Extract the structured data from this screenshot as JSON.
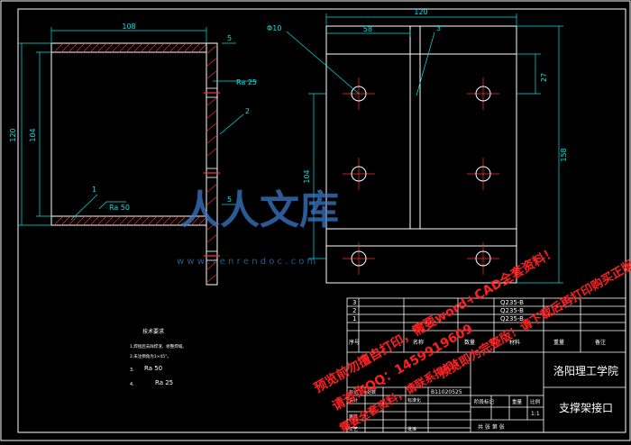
{
  "drawing": {
    "colors": {
      "background": "#000000",
      "frame": "#ffffff",
      "dimension": "#00e5e5",
      "part_outline": "#ffffff",
      "hatch": "#ff3030",
      "section": "#ffffff",
      "watermark_text": "#ff2020",
      "watermark_logo": "#3b78c6",
      "title_text": "#ffffff",
      "school_text": "#ffffff"
    },
    "left_view": {
      "dim_width": "108",
      "dim_height_outer": "120",
      "dim_height_inner": "104",
      "balloon_1": "1",
      "balloon_2": "2",
      "roughness_1": "Ra 50",
      "roughness_2": "Ra 25",
      "weld_top": "5",
      "weld_bottom": "5"
    },
    "right_view": {
      "dim_width": "120",
      "dim_hole_x": "58",
      "dim_hole_y": "27",
      "dim_height_left": "104",
      "dim_height_right": "158",
      "hole_label": "Φ10",
      "balloon_3": "3"
    },
    "watermark": {
      "logo_text": "人人文库",
      "url_text": "w w w . r e n r e n d o c . c o m",
      "line1": "预览前勿擅自打印，需要word+CAD全套资料！",
      "line2": "请咨询QQ：1459919609",
      "line3": "预览即为完整版！请下载后再打印购买正版！",
      "line4": "需要全套资料，请联系扣扣！"
    },
    "tech_requirements": {
      "title": "技术要求",
      "item1": "1.焊接后去除焊渣、修整焊缝。",
      "item2": "2.未注倒角为1×45°。",
      "item3": "3.",
      "item3_rough": "Ra 50",
      "item4": "4.",
      "item4_rough": "Ra 25"
    },
    "parts_list": {
      "rows": [
        {
          "no": "3",
          "material": "Q235-B"
        },
        {
          "no": "2",
          "material": "Q235-B"
        },
        {
          "no": "1",
          "material": "Q235-B"
        }
      ],
      "header": [
        "序号",
        "名称",
        "数量",
        "材料",
        "重量",
        "备注"
      ]
    },
    "title_block": {
      "school": "洛阳理工学院",
      "part_name": "支撑架接口",
      "sign_label_1": "标记",
      "sign_label_2": "处数",
      "sign_label_3": "设计",
      "sign_label_4": "标准化",
      "sign_label_5": "审核",
      "sign_label_6": "工艺",
      "sign_label_7": "批准",
      "stage_label": "阶段标记",
      "weight_label": "重量",
      "scale_label": "比例",
      "scale_value": "1:1",
      "sheet_text": "共  张  第  张",
      "doc_number": "B11020525"
    }
  }
}
